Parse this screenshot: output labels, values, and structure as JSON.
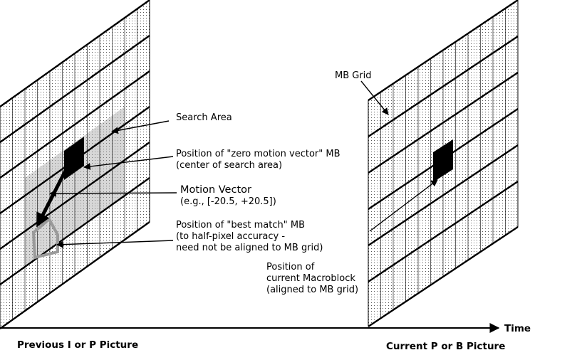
{
  "labels": {
    "mb_grid": "MB Grid",
    "search_area": "Search Area",
    "zero_mv_line1": "Position of \"zero motion vector\" MB",
    "zero_mv_line2": "(center of search area)",
    "motion_vector_line1": "Motion Vector",
    "motion_vector_line2": "(e.g., [-20.5, +20.5])",
    "best_match_line1": "Position of \"best match\" MB",
    "best_match_line2": "(to half-pixel accuracy -",
    "best_match_line3": "need not be aligned to MB grid)",
    "current_mb_line1": "Position of",
    "current_mb_line2": "current Macroblock",
    "current_mb_line3": "(aligned to MB grid)",
    "time": "Time",
    "previous_picture": "Previous I or P Picture",
    "current_picture": "Current P or B Picture"
  },
  "colors": {
    "ink": "#000000",
    "dot_grid": "#555555",
    "search_area_fill": "#c9c9c9",
    "best_match_outline": "#9a9a9a"
  }
}
